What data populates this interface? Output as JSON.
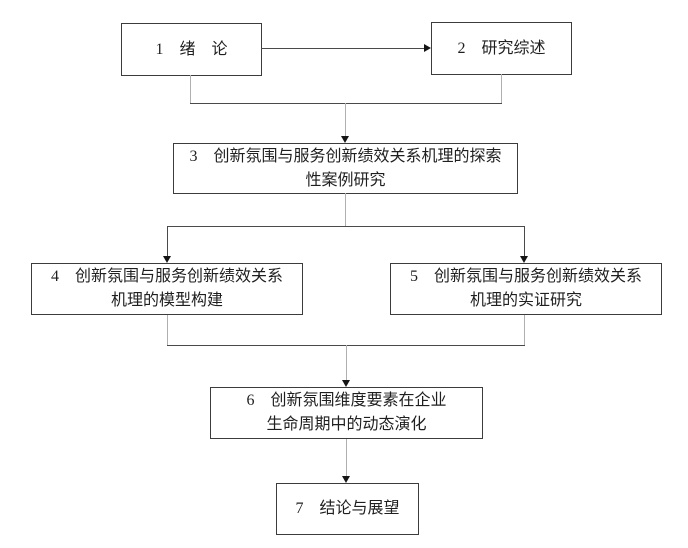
{
  "colors": {
    "background": "#ffffff",
    "border": "#3c3c3c",
    "connector": "#4a4a4a",
    "connector_light": "#b0b0b0",
    "arrowhead": "#151515",
    "text": "#1f1f1f"
  },
  "flowchart": {
    "boxes": {
      "b1": {
        "line1": "1　绪　论"
      },
      "b2": {
        "line1": "2　研究综述"
      },
      "b3": {
        "line1": "3　创新氛围与服务创新绩效关系机理的探索",
        "line2": "性案例研究"
      },
      "b4": {
        "line1": "4　创新氛围与服务创新绩效关系",
        "line2": "机理的模型构建"
      },
      "b5": {
        "line1": "5　创新氛围与服务创新绩效关系",
        "line2": "机理的实证研究"
      },
      "b6": {
        "line1": "6　创新氛围维度要素在企业",
        "line2": "生命周期中的动态演化"
      },
      "b7": {
        "line1": "7　结论与展望"
      }
    },
    "edges": [
      "box1 -> box2",
      "box1 + box2 -> box3",
      "box3 -> box4",
      "box3 -> box5",
      "box4 + box5 -> box6",
      "box6 -> box7"
    ]
  }
}
